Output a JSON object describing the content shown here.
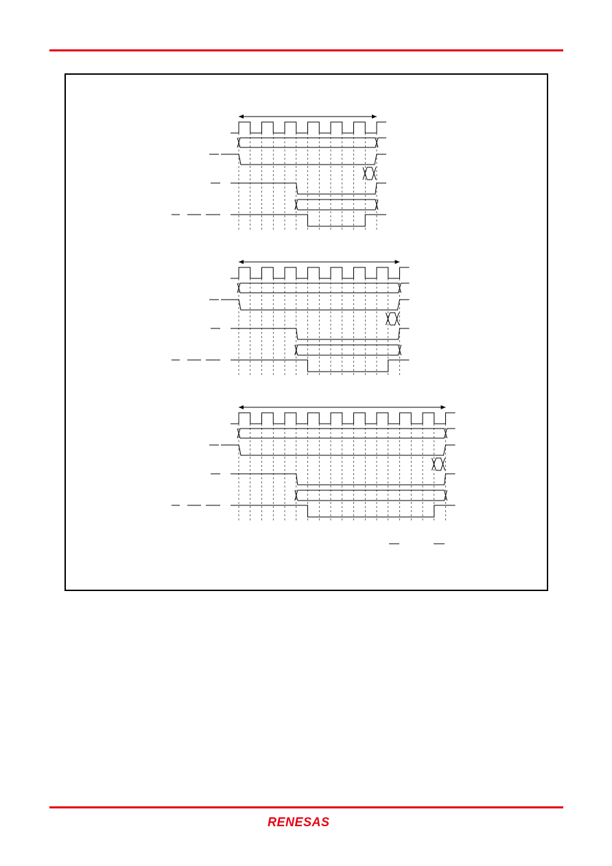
{
  "brand": {
    "name": "RENESAS",
    "color": "#e60012"
  },
  "diagrams": [
    {
      "id": "timing-diagram-1",
      "clock_cycles": 6,
      "data_valid_start_cycle": 2.5
    },
    {
      "id": "timing-diagram-2",
      "clock_cycles": 7,
      "data_valid_start_cycle": 2.5
    },
    {
      "id": "timing-diagram-3",
      "clock_cycles": 9,
      "data_valid_start_cycle": 2.5
    }
  ]
}
